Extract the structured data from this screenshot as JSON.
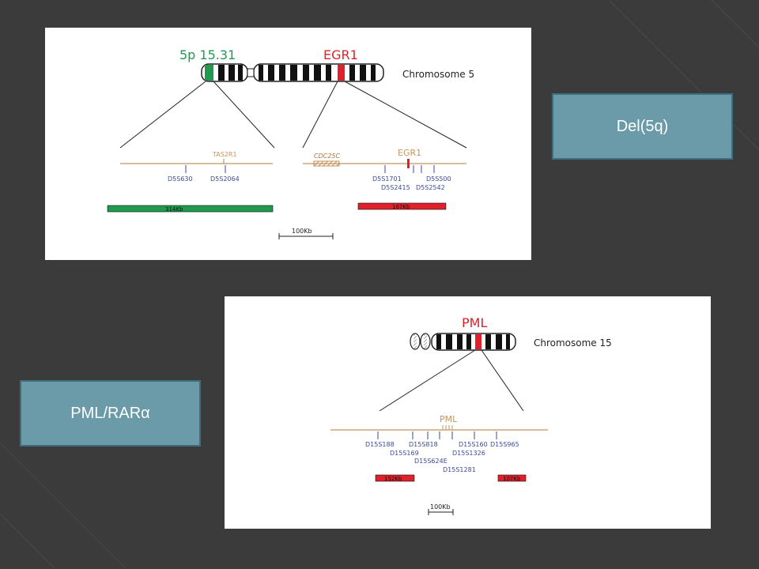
{
  "colors": {
    "background": "#3b3b3b",
    "label_box_fill": "#6b9aa8",
    "label_box_border": "#3f6f7e",
    "green": "#1f9a4f",
    "red": "#e0202a",
    "gene_line": "#c8955a",
    "marker": "#3b4a9a"
  },
  "labels": {
    "del5q": "Del(5q)",
    "pml_rara": "PML/RARα"
  },
  "chr5": {
    "band_label": "5p 15.31",
    "gene_label": "EGR1",
    "chromosome_label": "Chromosome 5",
    "left_gene": "TAS2R1",
    "right_gene_box": "CDC25C",
    "right_gene": "EGR1",
    "left_markers": [
      "D5S630",
      "D5S2064"
    ],
    "right_markers": [
      "D5S1701",
      "D5S2415",
      "D5S2542",
      "D5S500"
    ],
    "green_bar": "314Kb",
    "red_bar": "167Kb",
    "scale": "100Kb"
  },
  "chr15": {
    "gene_label": "PML",
    "chromosome_label": "Chromosome 15",
    "gene": "PML",
    "markers": [
      "D15S188",
      "D15S169",
      "D15S818",
      "D15S624E",
      "D15S1281",
      "D15S160",
      "D15S1326",
      "D15S965"
    ],
    "left_bar": "152Kb",
    "right_bar": "107Kb",
    "scale": "100Kb"
  }
}
